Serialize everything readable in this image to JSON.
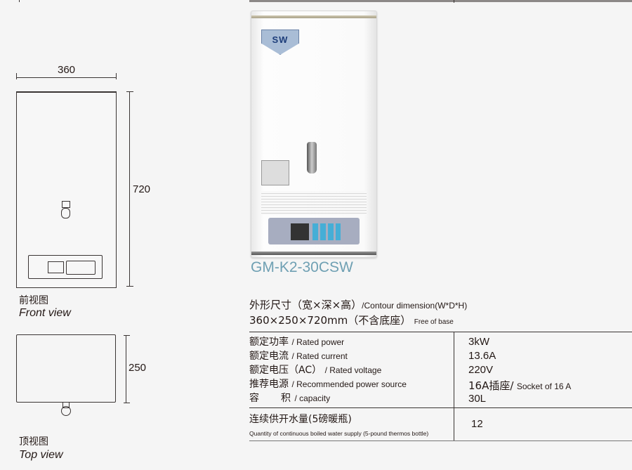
{
  "front_view": {
    "width_dim": "360",
    "height_dim": "720",
    "title_cn": "前视图",
    "title_en": "Front view"
  },
  "top_view": {
    "depth_dim": "250",
    "title_cn": "顶视图",
    "title_en": "Top view"
  },
  "product": {
    "model": "GM-K2-30CSW",
    "logo_text": "SW",
    "model_color": "#6fa0b3"
  },
  "dimensions": {
    "label_cn": "外形尺寸（宽×深×高）",
    "label_en": "/Contour dimension(W*D*H)",
    "value": "360×250×720mm（不含底座）",
    "value_note": "Free of base"
  },
  "specs": [
    {
      "label_cn": "额定功率",
      "label_en": "/ Rated power",
      "value": "3kW",
      "value_en": ""
    },
    {
      "label_cn": "额定电流",
      "label_en": "/ Rated current",
      "value": "13.6A",
      "value_en": ""
    },
    {
      "label_cn": "额定电压（AC）",
      "label_en": "/  Rated voltage",
      "value": "220V",
      "value_en": ""
    },
    {
      "label_cn": "推荐电源",
      "label_en": "/ Recommended power source",
      "value": "16A插座/",
      "value_en": "Socket of 16 A"
    },
    {
      "label_cn": "容　　积",
      "label_en": "/ capacity",
      "value": "30L",
      "value_en": ""
    }
  ],
  "supply": {
    "label_cn": "连续供开水量(5磅暖瓶)",
    "label_en": "Quantity of continuous boiled water supply (5-pound thermos bottle)",
    "value": "12"
  }
}
